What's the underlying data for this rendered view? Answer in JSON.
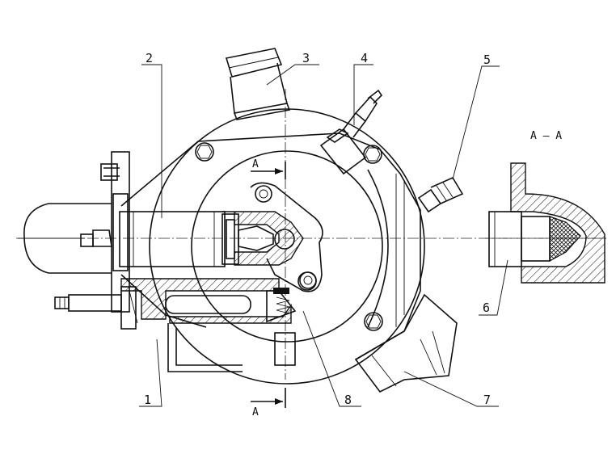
{
  "callouts": [
    {
      "id": "1",
      "label": "1"
    },
    {
      "id": "2",
      "label": "2"
    },
    {
      "id": "3",
      "label": "3"
    },
    {
      "id": "4",
      "label": "4"
    },
    {
      "id": "5",
      "label": "5"
    },
    {
      "id": "6",
      "label": "6"
    },
    {
      "id": "7",
      "label": "7"
    },
    {
      "id": "8",
      "label": "8"
    }
  ],
  "section": {
    "title": "A – A",
    "marker_top": "A",
    "marker_bottom": "A"
  }
}
